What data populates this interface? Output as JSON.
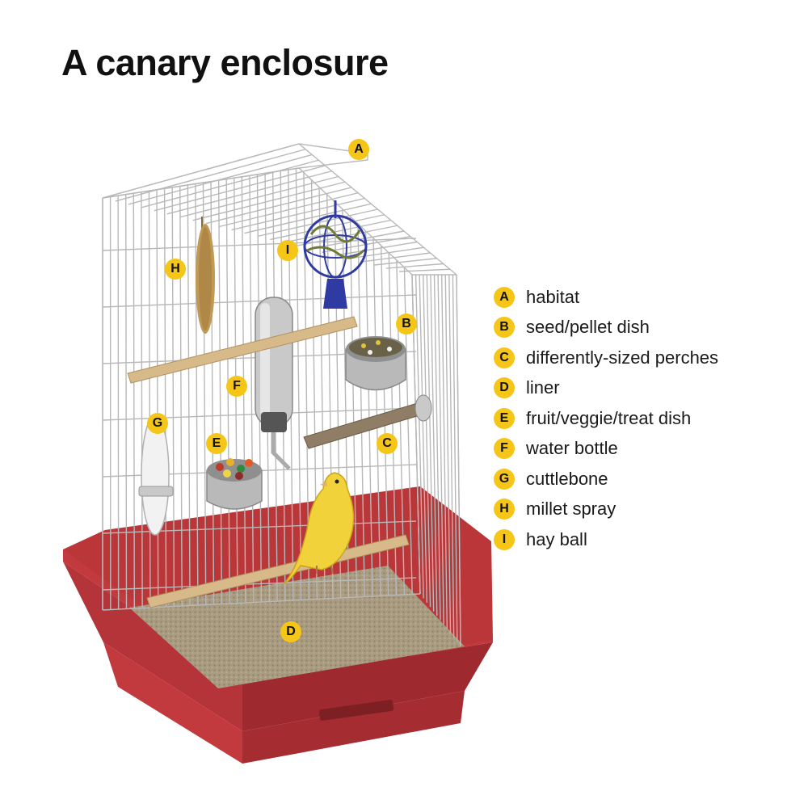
{
  "title": "A canary enclosure",
  "colors": {
    "badge": "#f5c518",
    "tray": "#c23a3e",
    "wire": "#b5b5b5",
    "liner": "#a89a7e",
    "perch": "#d8b98a",
    "bird": "#f2d23a"
  },
  "callouts": [
    {
      "letter": "A",
      "label": "habitat"
    },
    {
      "letter": "B",
      "label": "seed/pellet dish"
    },
    {
      "letter": "C",
      "label": "differently-sized perches"
    },
    {
      "letter": "D",
      "label": "liner"
    },
    {
      "letter": "E",
      "label": "fruit/veggie/treat dish"
    },
    {
      "letter": "F",
      "label": "water bottle"
    },
    {
      "letter": "G",
      "label": "cuttlebone"
    },
    {
      "letter": "H",
      "label": "millet spray"
    },
    {
      "letter": "I",
      "label": "hay ball"
    }
  ]
}
